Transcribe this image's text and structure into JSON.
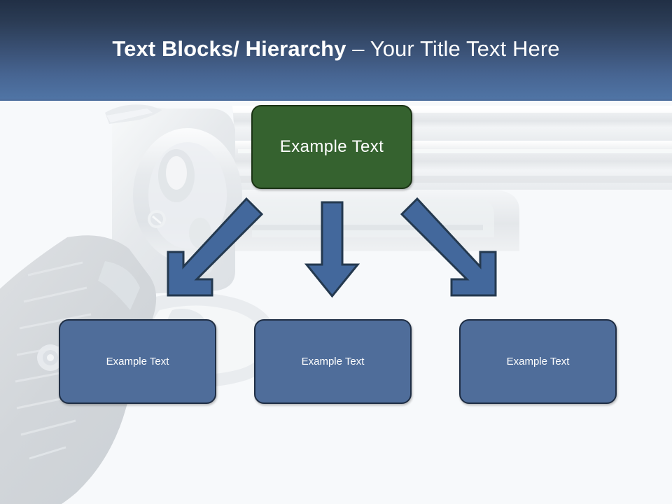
{
  "slide": {
    "title": {
      "strong": "Text Blocks/ Hierarchy ",
      "rest": "– Your Title Text Here"
    },
    "background": {
      "art_name": "revolver-watermark",
      "page_color": "#f7f9fb",
      "band_top_color": "#212f45",
      "band_bottom_color": "#5075a6"
    },
    "diagram": {
      "root": {
        "label": "Example  Text",
        "fill": "#35622f",
        "border": "#1b3315",
        "text_color": "#ffffff"
      },
      "children": [
        {
          "label": "Example Text",
          "fill": "#4f6d9a",
          "border": "#1f2e44",
          "text_color": "#ffffff"
        },
        {
          "label": "Example Text",
          "fill": "#4f6d9a",
          "border": "#1f2e44",
          "text_color": "#ffffff"
        },
        {
          "label": "Example Text",
          "fill": "#4f6d9a",
          "border": "#1f2e44",
          "text_color": "#ffffff"
        }
      ],
      "connectors": [
        {
          "name": "arrow-down-left",
          "direction": "down-left",
          "fill": "#43689c",
          "border": "#2b4straight"
        },
        {
          "name": "arrow-down",
          "direction": "down",
          "fill": "#43689c",
          "border": "#24394f"
        },
        {
          "name": "arrow-down-right",
          "direction": "down-right",
          "fill": "#43689c",
          "border": "#24394f"
        }
      ],
      "arrow_fill": "#43689c",
      "arrow_border": "#24394f"
    }
  }
}
